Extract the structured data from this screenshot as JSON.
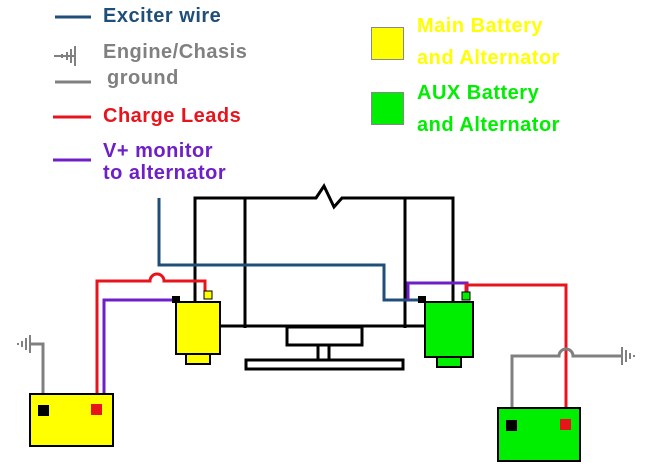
{
  "colors": {
    "exciter": "#1f4e79",
    "ground": "#808080",
    "charge": "#e8141c",
    "monitor": "#6e1fc7",
    "main": "#ffff00",
    "aux": "#00ee00",
    "frame": "#000000"
  },
  "legend": {
    "exciter_label": "Exciter wire",
    "ground_label_line1": "Engine/Chasis",
    "ground_label_line2": "ground",
    "charge_label": "Charge Leads",
    "monitor_label_line1": "V+ monitor",
    "monitor_label_line2": "to alternator",
    "main_label_line1": "Main Battery",
    "main_label_line2": "and Alternator",
    "aux_label_line1": "AUX Battery",
    "aux_label_line2": "and Alternator"
  },
  "icons": {
    "ground": "ground-symbol-icon"
  }
}
